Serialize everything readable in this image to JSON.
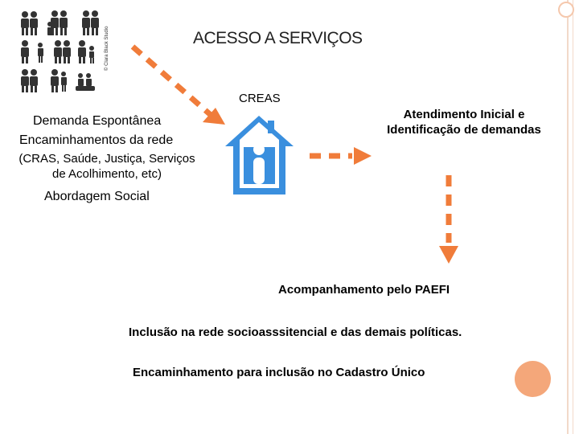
{
  "title": "ACESSO A SERVIÇOS",
  "center_label": "CREAS",
  "left_items": {
    "demanda": "Demanda Espontânea",
    "encaminhamentos": "Encaminhamentos da rede",
    "cras_detail": "(CRAS, Saúde, Justiça, Serviços de Acolhimento, etc)",
    "abordagem": "Abordagem Social"
  },
  "right_item": "Atendimento Inicial e Identificação de demandas",
  "steps": {
    "acompanhamento": "Acompanhamento pelo PAEFI",
    "inclusao": "Inclusão na rede socioasssitencial e das demais políticas.",
    "cadastro": "Encaminhamento para inclusão no Cadastro Único"
  },
  "colors": {
    "arrow": "#f07c3a",
    "house": "#3a8fde",
    "accent_dot": "#f4a77a"
  },
  "icons": {
    "house": "house-icon",
    "people": "family-group-icon"
  }
}
